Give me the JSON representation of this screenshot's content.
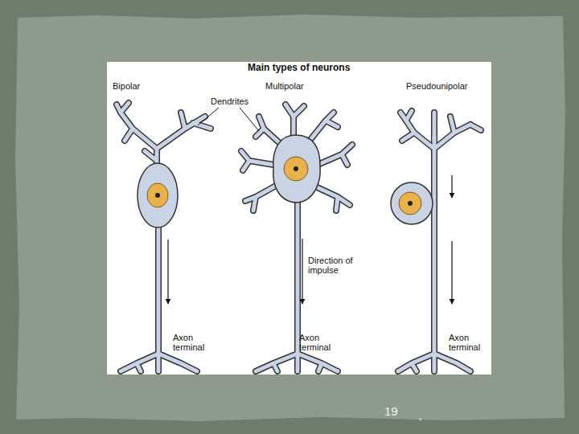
{
  "diagram": {
    "title": "Main types of neurons",
    "labels": [
      "Bipolar",
      "Dendrites",
      "Multipolar",
      "Pseudounipolar",
      "Direction of impulse",
      "Axon terminal",
      "Axon terminal",
      "Axon terminal",
      "19",
      "*"
    ]
  }
}
